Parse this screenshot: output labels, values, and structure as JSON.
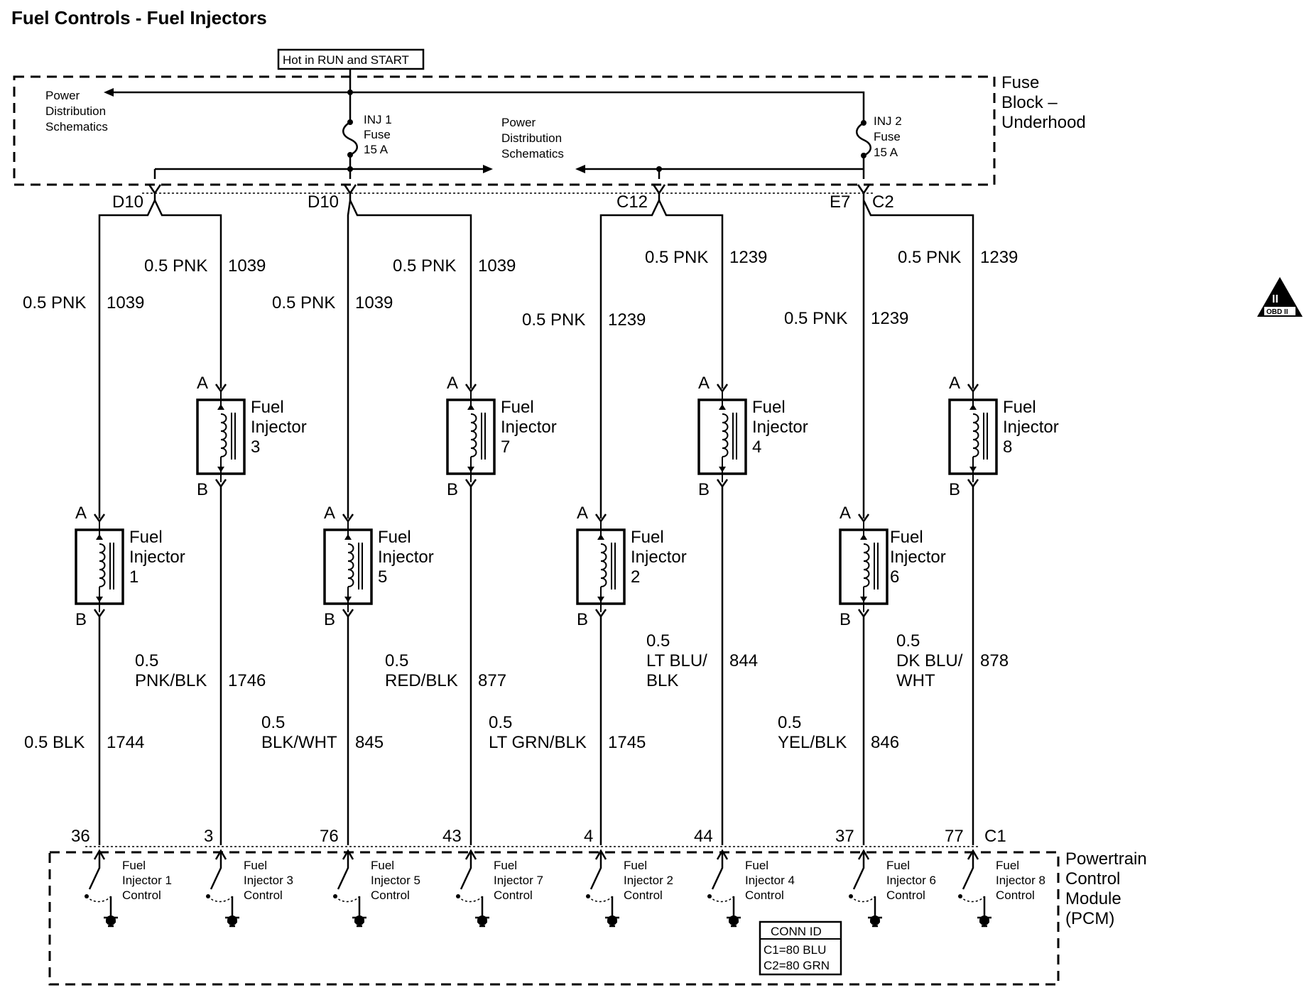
{
  "title": "Fuel Controls - Fuel Injectors",
  "power": {
    "hot_label": "Hot in RUN and START",
    "pds_left": [
      "Power",
      "Distribution",
      "Schematics"
    ],
    "pds_mid": [
      "Power",
      "Distribution",
      "Schematics"
    ],
    "fuse1": [
      "INJ 1",
      "Fuse",
      "15 A"
    ],
    "fuse2": [
      "INJ 2",
      "Fuse",
      "15 A"
    ],
    "fuse_block": [
      "Fuse",
      "Block –",
      "Underhood"
    ]
  },
  "splices": {
    "d10_left": "D10",
    "d10_mid": "D10",
    "c12": "C12",
    "e7": "E7",
    "c2": "C2"
  },
  "injectors": [
    {
      "name": [
        "Fuel",
        "Injector",
        "1"
      ],
      "pin_a": "A",
      "pin_b": "B",
      "upper_gauge": "0.5 PNK",
      "upper_circuit": "1039",
      "lower_gauge": [
        "0.5 BLK"
      ],
      "lower_circuit": "1744",
      "pcm_pin": "36",
      "pcm_label": [
        "Fuel",
        "Injector 1",
        "Control"
      ]
    },
    {
      "name": [
        "Fuel",
        "Injector",
        "3"
      ],
      "pin_a": "A",
      "pin_b": "B",
      "upper_gauge": "0.5 PNK",
      "upper_circuit": "1039",
      "lower_gauge": [
        "0.5",
        "PNK/BLK"
      ],
      "lower_circuit": "1746",
      "pcm_pin": "3",
      "pcm_label": [
        "Fuel",
        "Injector 3",
        "Control"
      ]
    },
    {
      "name": [
        "Fuel",
        "Injector",
        "5"
      ],
      "pin_a": "A",
      "pin_b": "B",
      "upper_gauge": "0.5 PNK",
      "upper_circuit": "1039",
      "lower_gauge": [
        "0.5",
        "BLK/WHT"
      ],
      "lower_circuit": "845",
      "pcm_pin": "76",
      "pcm_label": [
        "Fuel",
        "Injector 5",
        "Control"
      ]
    },
    {
      "name": [
        "Fuel",
        "Injector",
        "7"
      ],
      "pin_a": "A",
      "pin_b": "B",
      "upper_gauge": "0.5 PNK",
      "upper_circuit": "1039",
      "lower_gauge": [
        "0.5",
        "RED/BLK"
      ],
      "lower_circuit": "877",
      "pcm_pin": "43",
      "pcm_label": [
        "Fuel",
        "Injector 7",
        "Control"
      ]
    },
    {
      "name": [
        "Fuel",
        "Injector",
        "2"
      ],
      "pin_a": "A",
      "pin_b": "B",
      "upper_gauge": "0.5 PNK",
      "upper_circuit": "1239",
      "lower_gauge": [
        "0.5",
        "LT GRN/BLK"
      ],
      "lower_circuit": "1745",
      "pcm_pin": "4",
      "pcm_label": [
        "Fuel",
        "Injector 2",
        "Control"
      ]
    },
    {
      "name": [
        "Fuel",
        "Injector",
        "4"
      ],
      "pin_a": "A",
      "pin_b": "B",
      "upper_gauge": "0.5 PNK",
      "upper_circuit": "1239",
      "lower_gauge": [
        "0.5",
        "LT BLU/",
        "BLK"
      ],
      "lower_circuit": "844",
      "pcm_pin": "44",
      "pcm_label": [
        "Fuel",
        "Injector 4",
        "Control"
      ]
    },
    {
      "name": [
        "Fuel",
        "Injector",
        "6"
      ],
      "pin_a": "A",
      "pin_b": "B",
      "upper_gauge": "0.5 PNK",
      "upper_circuit": "1239",
      "lower_gauge": [
        "0.5",
        "YEL/BLK"
      ],
      "lower_circuit": "846",
      "pcm_pin": "37",
      "pcm_label": [
        "Fuel",
        "Injector 6",
        "Control"
      ]
    },
    {
      "name": [
        "Fuel",
        "Injector",
        "8"
      ],
      "pin_a": "A",
      "pin_b": "B",
      "upper_gauge": "0.5 PNK",
      "upper_circuit": "1239",
      "lower_gauge": [
        "0.5",
        "DK BLU/",
        "WHT"
      ],
      "lower_circuit": "878",
      "pcm_pin": "77",
      "pcm_label": [
        "Fuel",
        "Injector 8",
        "Control"
      ]
    }
  ],
  "pcm": {
    "connector": "C1",
    "name": [
      "Powertrain",
      "Control",
      "Module",
      "(PCM)"
    ],
    "conn_id_title": "CONN ID",
    "conn_id_lines": [
      "C1=80 BLU",
      "C2=80 GRN"
    ]
  },
  "obd_badge": {
    "numeral": "II",
    "text": "OBD II",
    "icon": "obd-ii-triangle-icon"
  }
}
